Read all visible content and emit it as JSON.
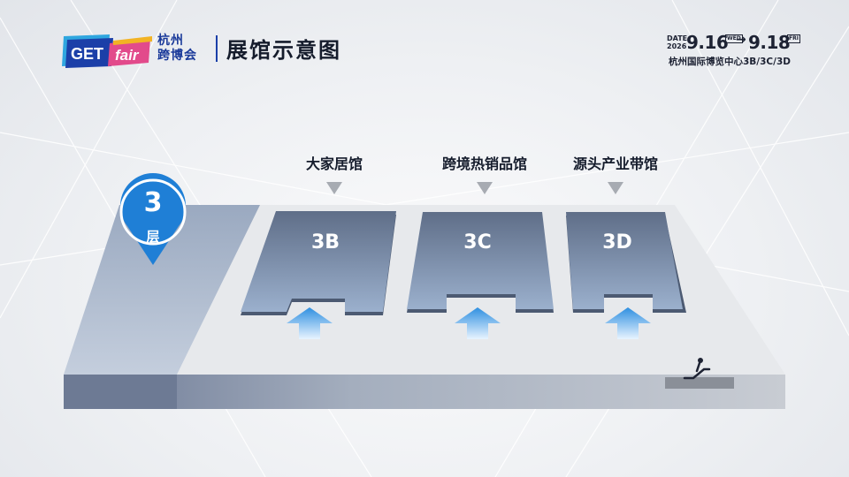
{
  "header": {
    "logo": {
      "word_a": "GET",
      "word_b": "fair"
    },
    "city_line1": "杭州",
    "city_line2": "跨博会",
    "page_title": "展馆示意图",
    "date": {
      "label": "DATE",
      "year": "2026",
      "start": "9.16",
      "start_dow": "WED",
      "arrow": "→",
      "end": "9.18",
      "end_dow": "FRI"
    },
    "venue": "杭州国际博览中心3B/3C/3D"
  },
  "floor": {
    "number": "3",
    "unit": "层"
  },
  "halls": [
    {
      "name": "大家居馆",
      "code": "3B"
    },
    {
      "name": "跨境热销品馆",
      "code": "3C"
    },
    {
      "name": "源头产业带馆",
      "code": "3D"
    }
  ],
  "icons": {
    "floor_marker": "location-pin-icon",
    "entrance": "up-arrow-icon",
    "pointer": "triangle-down-icon",
    "escalator": "escalator-icon"
  },
  "colors": {
    "brand_blue": "#1b3fa8",
    "hall_fill_top": "#6a7892",
    "hall_fill_bottom": "#8ea3c2",
    "floor_pin": "#1f7fd6",
    "entrance_arrow": "#3a9de8"
  }
}
